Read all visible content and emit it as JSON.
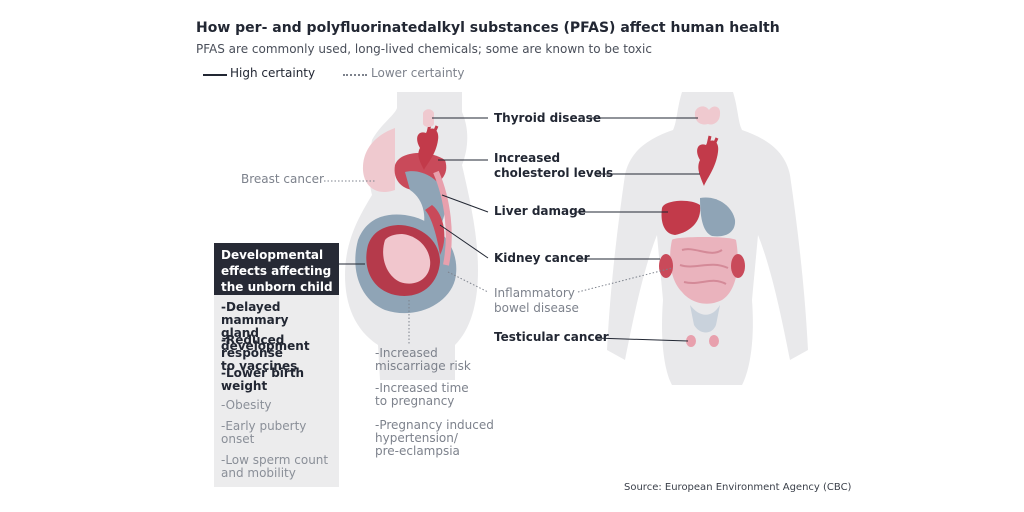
{
  "title": "How per- and polyfluorinatedalkyl substances (PFAS) affect human health",
  "subtitle": "PFAS are commonly used, long-lived chemicals; some are known to be toxic",
  "legend": {
    "high": "High certainty",
    "low": "Lower certainty"
  },
  "labels": {
    "thyroid": "Thyroid disease",
    "cholesterol_1": "Increased",
    "cholesterol_2": "cholesterol levels",
    "liver": "Liver damage",
    "kidney": "Kidney cancer",
    "ibd_1": "Inflammatory",
    "ibd_2": "bowel disease",
    "testicular": "Testicular cancer",
    "breast": "Breast cancer"
  },
  "developmental": {
    "heading": "Developmental\neffects affecting\nthe unborn child",
    "high_items": [
      "-Delayed mammary\ngland development",
      "-Reduced response\nto vaccines",
      "-Lower birth\nweight"
    ],
    "low_items": [
      "-Obesity",
      "-Early puberty\nonset",
      "-Low sperm count\nand mobility"
    ]
  },
  "pregnancy_items": [
    "-Increased\nmiscarriage risk",
    "-Increased time\nto pregnancy",
    "-Pregnancy induced\nhypertension/\npre-eclampsia"
  ],
  "source": "Source: European Environment Agency (CBC)",
  "colors": {
    "dark_text": "#222733",
    "light_text": "#7d828c",
    "body_silhouette": "#e9e9eb",
    "organ_red": "#c94a5a",
    "organ_pink": "#e8a0ad",
    "organ_blue": "#8fa4b6",
    "box_dark": "#272a35",
    "box_light": "#ececed"
  }
}
